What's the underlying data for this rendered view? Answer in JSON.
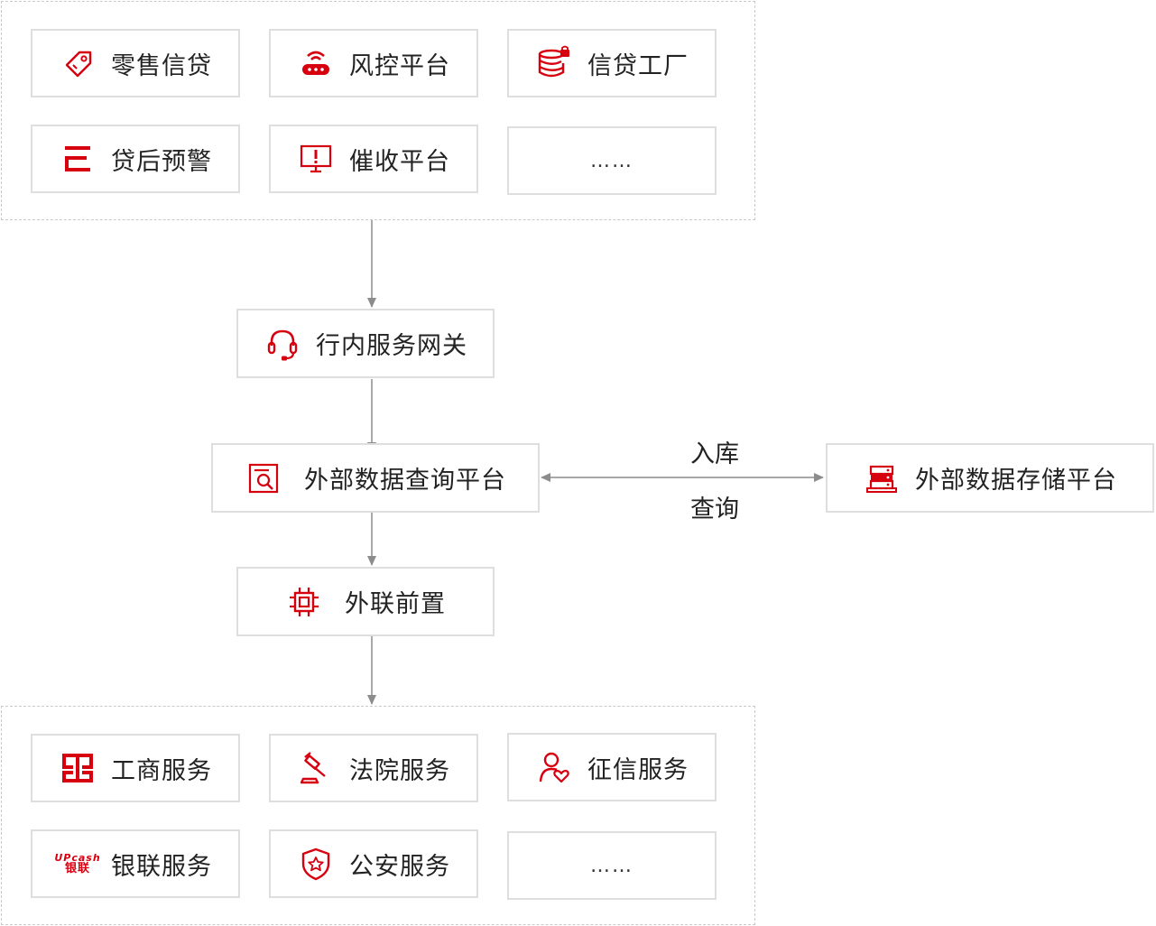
{
  "top_group": {
    "items": [
      {
        "label": "零售信贷",
        "icon": "tag-icon"
      },
      {
        "label": "风控平台",
        "icon": "router-icon"
      },
      {
        "label": "信贷工厂",
        "icon": "database-lock-icon"
      },
      {
        "label": "贷后预警",
        "icon": "list-bars-icon"
      },
      {
        "label": "催收平台",
        "icon": "monitor-alert-icon"
      },
      {
        "label": "……",
        "icon": ""
      }
    ]
  },
  "gateway": {
    "label": "行内服务网关",
    "icon": "headset-icon"
  },
  "query_platform": {
    "label": "外部数据查询平台",
    "icon": "document-search-icon"
  },
  "storage_platform": {
    "label": "外部数据存储平台",
    "icon": "server-icon"
  },
  "link_labels": {
    "store": "入库",
    "query": "查询"
  },
  "front": {
    "label": "外联前置",
    "icon": "chip-icon"
  },
  "bottom_group": {
    "items": [
      {
        "label": "工商服务",
        "icon": "icbc-logo-icon"
      },
      {
        "label": "法院服务",
        "icon": "gavel-icon"
      },
      {
        "label": "征信服务",
        "icon": "user-heart-icon"
      },
      {
        "label": "银联服务",
        "icon": "upcash-logo-icon",
        "logo_text": [
          "UPcash",
          "银联"
        ]
      },
      {
        "label": "公安服务",
        "icon": "shield-star-icon"
      },
      {
        "label": "……",
        "icon": ""
      }
    ]
  },
  "colors": {
    "accent": "#d7000f",
    "border": "#dedede",
    "dashed": "#c9c9c9",
    "arrow": "#8c8c8c"
  }
}
